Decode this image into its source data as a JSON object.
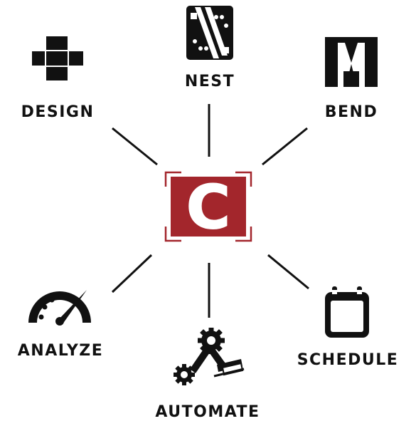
{
  "colors": {
    "accent": "#a3262c",
    "ink": "#111111",
    "background": "#ffffff"
  },
  "hub": {
    "letter": "C",
    "icon": "c-logo-icon"
  },
  "nodes": [
    {
      "id": "design",
      "label": "DESIGN",
      "icon": "design-blocks-icon"
    },
    {
      "id": "nest",
      "label": "NEST",
      "icon": "nest-sheet-icon"
    },
    {
      "id": "bend",
      "label": "BEND",
      "icon": "press-brake-icon"
    },
    {
      "id": "analyze",
      "label": "ANALYZE",
      "icon": "gauge-icon"
    },
    {
      "id": "automate",
      "label": "AUTOMATE",
      "icon": "robot-arm-icon"
    },
    {
      "id": "schedule",
      "label": "SCHEDULE",
      "icon": "calendar-icon"
    }
  ]
}
